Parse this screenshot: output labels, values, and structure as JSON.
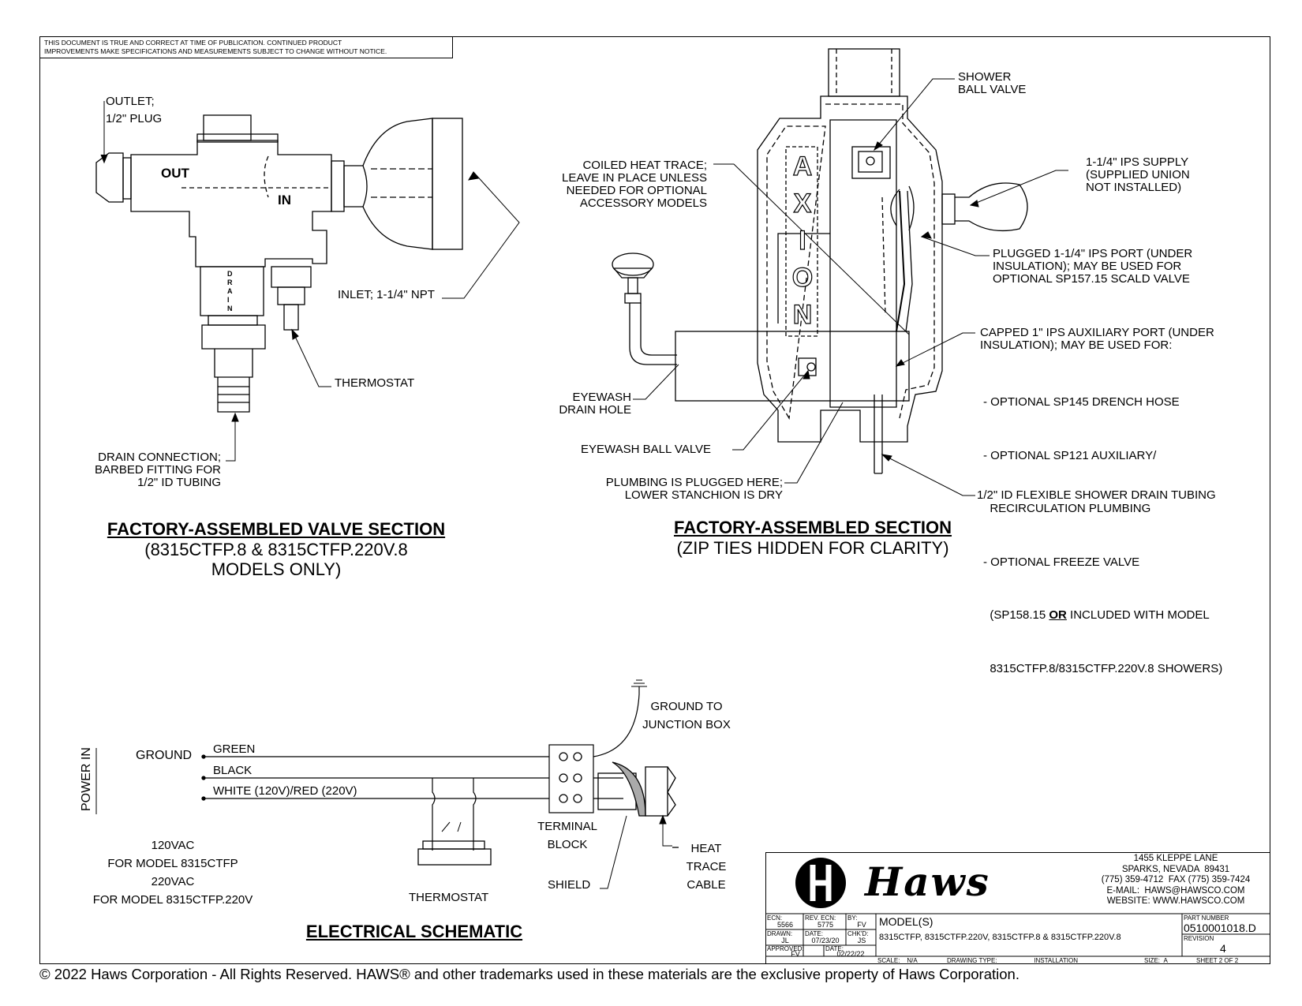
{
  "disclaimer": "THIS DOCUMENT IS TRUE AND CORRECT AT TIME OF PUBLICATION. CONTINUED PRODUCT\nIMPROVEMENTS MAKE SPECIFICATIONS AND MEASUREMENTS SUBJECT TO CHANGE WITHOUT NOTICE.",
  "valve_section": {
    "labels": {
      "outlet": "OUTLET;\n1/2\" PLUG",
      "out": "OUT",
      "in": "IN",
      "drain": "D\nR\nA\nI\nN",
      "inlet": "INLET; 1-1/4\" NPT",
      "thermostat": "THERMOSTAT",
      "drain_connection": "DRAIN CONNECTION;\nBARBED FITTING FOR\n1/2\" ID TUBING"
    },
    "title": "FACTORY-ASSEMBLED VALVE SECTION",
    "subtitle": "(8315CTFP.8 & 8315CTFP.220V.8\nMODELS ONLY)"
  },
  "assembled_section": {
    "labels": {
      "shower_ball_valve": "SHOWER\nBALL VALVE",
      "coiled_heat_trace": "COILED HEAT TRACE;\nLEAVE IN PLACE UNLESS\nNEEDED FOR OPTIONAL\nACCESSORY MODELS",
      "ips_supply": "1-1/4\" IPS SUPPLY\n(SUPPLIED UNION\nNOT INSTALLED)",
      "plugged_port": "PLUGGED 1-1/4\" IPS PORT (UNDER\nINSULATION); MAY BE USED FOR\nOPTIONAL SP157.15 SCALD VALVE",
      "capped_port": "CAPPED 1\" IPS AUXILIARY PORT (UNDER\nINSULATION); MAY BE USED FOR:",
      "options": [
        "- OPTIONAL SP145 DRENCH HOSE",
        "- OPTIONAL SP121 AUXILIARY/",
        "  RECIRCULATION PLUMBING",
        "- OPTIONAL FREEZE VALVE",
        "  (SP158.15 ",
        "  8315CTFP.8/8315CTFP.220V.8 SHOWERS)"
      ],
      "option_or": "OR",
      "option_tail": " INCLUDED WITH MODEL",
      "eyewash_drain_hole": "EYEWASH\nDRAIN HOLE",
      "eyewash_ball_valve": "EYEWASH BALL VALVE",
      "plumbing_plugged": "PLUMBING IS PLUGGED HERE;\nLOWER STANCHION IS DRY",
      "drain_tubing": "1/2\" ID FLEXIBLE SHOWER DRAIN TUBING",
      "axion": [
        "A",
        "X",
        "I",
        "O",
        "N"
      ]
    },
    "title": "FACTORY-ASSEMBLED SECTION",
    "subtitle": "(ZIP TIES HIDDEN FOR CLARITY)"
  },
  "schematic": {
    "power_in": "POWER IN",
    "ground": "GROUND",
    "wires": [
      "GREEN",
      "BLACK",
      "WHITE (120V)/RED (220V)"
    ],
    "ground_to_jb": "GROUND TO\nJUNCTION BOX",
    "terminal_block": "TERMINAL\nBLOCK",
    "heat_trace_cable": "HEAT\nTRACE\nCABLE",
    "shield": "SHIELD",
    "thermostat": "THERMOSTAT",
    "voltage_note": "120VAC\nFOR MODEL 8315CTFP\n220VAC\nFOR MODEL 8315CTFP.220V",
    "title": "ELECTRICAL SCHEMATIC"
  },
  "title_block": {
    "address": "1455 KLEPPE LANE\nSPARKS, NEVADA  89431\n(775) 359-4712  FAX (775) 359-7424\nE-MAIL:  HAWS@HAWSCO.COM\nWEBSITE: WWW.HAWSCO.COM",
    "logo_text": "Haws",
    "ecn_label": "ECN:",
    "ecn": "5566",
    "rev_ecn_label": "REV. ECN:",
    "rev_ecn": "5775",
    "by_label": "BY:",
    "by": "FV",
    "drawn_label": "DRAWN:",
    "drawn": "JL",
    "date_label": "DATE:",
    "date_drawn": "07/23/20",
    "chkd_label": "CHK'D:",
    "chkd": "JS",
    "approved_label": "APPROVED:",
    "approved": "FV",
    "date2_label": "DATE:",
    "date_approved": "02/22/22",
    "models_label": "MODEL(S)",
    "models": "8315CTFP, 8315CTFP.220V, 8315CTFP.8 & 8315CTFP.220V.8",
    "part_number_label": "PART NUMBER",
    "part_number": "0510001018.D",
    "revision_label": "REVISION",
    "revision": "4",
    "scale_label": "SCALE:",
    "scale": "N/A",
    "drawing_type_label": "DRAWING TYPE:",
    "drawing_type": "INSTALLATION",
    "size_label": "SIZE:",
    "size": "A",
    "sheet": "SHEET 2 OF 2"
  },
  "footer": "© 2022 Haws Corporation - All Rights Reserved.  HAWS® and other trademarks used in these materials are the exclusive property of Haws Corporation."
}
